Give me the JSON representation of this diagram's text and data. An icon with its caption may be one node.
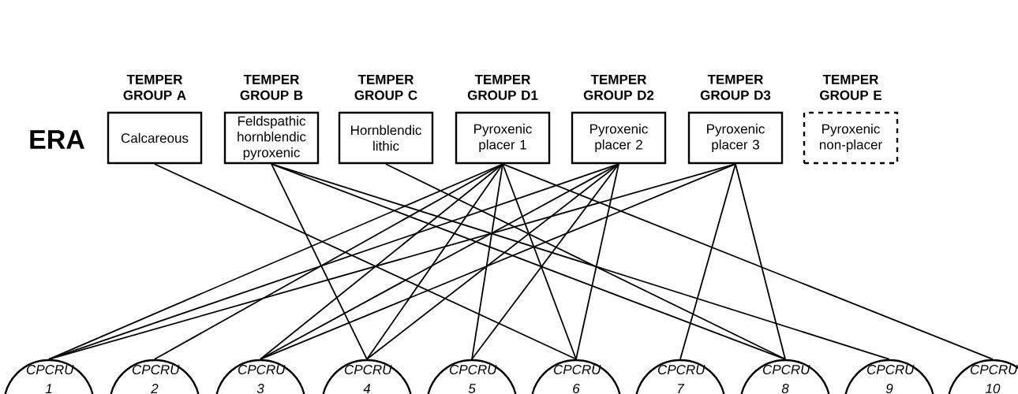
{
  "diagram": {
    "nodes": [
      {
        "text": [
          "TEMPER GROUP A",
          "Calcareous"
        ]
      },
      {
        "text": [
          "TEMPER GROUP B",
          "Feldspathic hornblendic pyroxenic"
        ]
      },
      {
        "text": [
          "TEMPER GROUP C",
          "Hornblendic lithic"
        ]
      },
      {
        "text": [
          "TEMPER GROUP D1",
          "Pyroxenic placer 1"
        ]
      },
      {
        "text": [
          "TEMPER GROUP D2",
          "Pyroxenic placer 2"
        ]
      },
      {
        "text": [
          "TEMPER GROUP D3",
          "Pyroxenic placer 3"
        ]
      },
      {
        "text": [
          "TEMPER GROUP E",
          "Pyroxenic non-placer"
        ]
      },
      {
        "text": [
          "CPCRU 1"
        ]
      },
      {
        "text": [
          "CPCRU 2"
        ]
      },
      {
        "text": [
          "CPCRU 3"
        ]
      },
      {
        "text": [
          "CPCRU 4"
        ]
      },
      {
        "text": [
          "CPCRU 5"
        ]
      },
      {
        "text": [
          "CPCRU 6"
        ]
      },
      {
        "text": [
          "CPCRU 7"
        ]
      },
      {
        "text": [
          "CPCRU 8"
        ]
      },
      {
        "text": [
          "CPCRU 9"
        ]
      },
      {
        "text": [
          "CPCRU 10"
        ]
      }
    ],
    "edges": [
      {
        "from": 0,
        "to": 12,
        "arrow": "none"
      },
      {
        "from": 1,
        "to": 10,
        "arrow": "none"
      },
      {
        "from": 1,
        "to": 14,
        "arrow": "none"
      },
      {
        "from": 1,
        "to": 15,
        "arrow": "none"
      },
      {
        "from": 2,
        "to": 14,
        "arrow": "none"
      },
      {
        "from": 3,
        "to": 7,
        "arrow": "none"
      },
      {
        "from": 3,
        "to": 8,
        "arrow": "none"
      },
      {
        "from": 3,
        "to": 9,
        "arrow": "none"
      },
      {
        "from": 3,
        "to": 10,
        "arrow": "none"
      },
      {
        "from": 3,
        "to": 11,
        "arrow": "none"
      },
      {
        "from": 3,
        "to": 12,
        "arrow": "none"
      },
      {
        "from": 3,
        "to": 16,
        "arrow": "none"
      },
      {
        "from": 4,
        "to": 7,
        "arrow": "none"
      },
      {
        "from": 4,
        "to": 9,
        "arrow": "none"
      },
      {
        "from": 4,
        "to": 10,
        "arrow": "none"
      },
      {
        "from": 4,
        "to": 11,
        "arrow": "none"
      },
      {
        "from": 4,
        "to": 12,
        "arrow": "none"
      },
      {
        "from": 5,
        "to": 7,
        "arrow": "none"
      },
      {
        "from": 5,
        "to": 9,
        "arrow": "none"
      },
      {
        "from": 5,
        "to": 13,
        "arrow": "none"
      },
      {
        "from": 5,
        "to": 14,
        "arrow": "none"
      }
    ],
    "labels": [
      "ERA"
    ]
  }
}
